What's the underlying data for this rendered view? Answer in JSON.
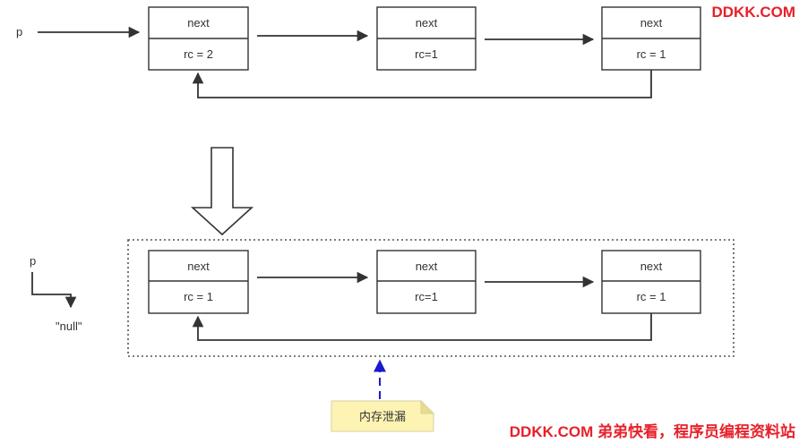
{
  "pointer_label": "p",
  "null_label": "\"null\"",
  "top_list": {
    "nodes": [
      {
        "next": "next",
        "rc": "rc = 2"
      },
      {
        "next": "next",
        "rc": "rc=1"
      },
      {
        "next": "next",
        "rc": "rc = 1"
      }
    ]
  },
  "bottom_list": {
    "nodes": [
      {
        "next": "next",
        "rc": "rc = 1"
      },
      {
        "next": "next",
        "rc": "rc=1"
      },
      {
        "next": "next",
        "rc": "rc = 1"
      }
    ]
  },
  "note": "内存泄漏",
  "colors": {
    "stroke": "#333333",
    "dashed_arrow": "#1a1acc",
    "note_fill": "#fdf3b3",
    "watermark": "#e8202a"
  },
  "watermark": {
    "top": "DDKK.COM",
    "bottom": "DDKK.COM 弟弟快看，程序员编程资料站"
  }
}
